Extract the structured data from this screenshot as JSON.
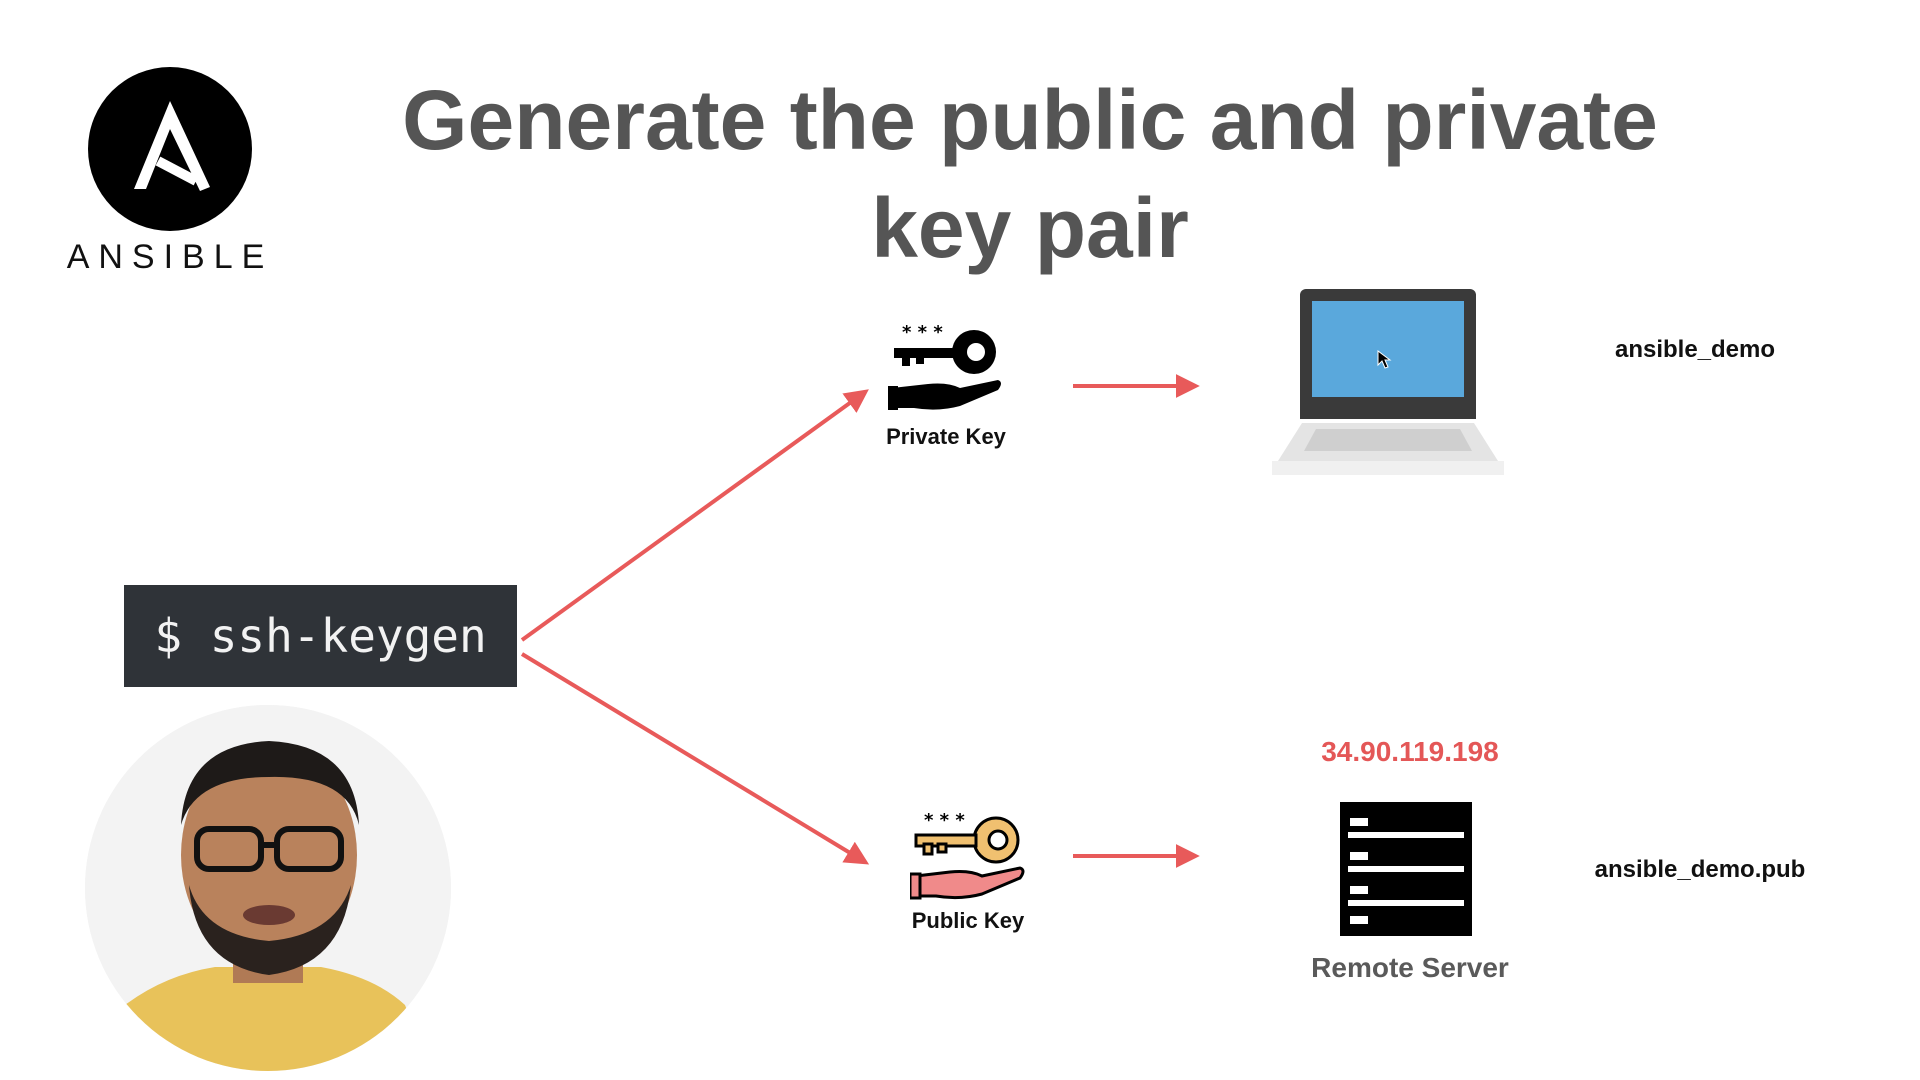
{
  "title": "Generate the public and private key pair",
  "logo": {
    "wordmark": "ANSIBLE",
    "icon": "ansible-logo-icon"
  },
  "command": {
    "text": "$ ssh-keygen"
  },
  "private_key": {
    "label": "Private Key",
    "icon": "key-in-hand-icon",
    "file": "ansible_demo"
  },
  "public_key": {
    "label": "Public Key",
    "icon": "key-in-hand-icon",
    "file": "ansible_demo.pub"
  },
  "laptop": {
    "icon": "laptop-icon"
  },
  "remote_server": {
    "label": "Remote Server",
    "ip": "34.90.119.198",
    "icon": "server-icon"
  },
  "presenter": {
    "icon": "presenter-avatar"
  },
  "colors": {
    "arrow": "#e85a5a",
    "title": "#555555",
    "command_bg": "#2f3338",
    "ip": "#e45757",
    "public_key_gold": "#f0c070",
    "public_key_hand": "#f08a8a",
    "screen": "#5aa8dc"
  }
}
